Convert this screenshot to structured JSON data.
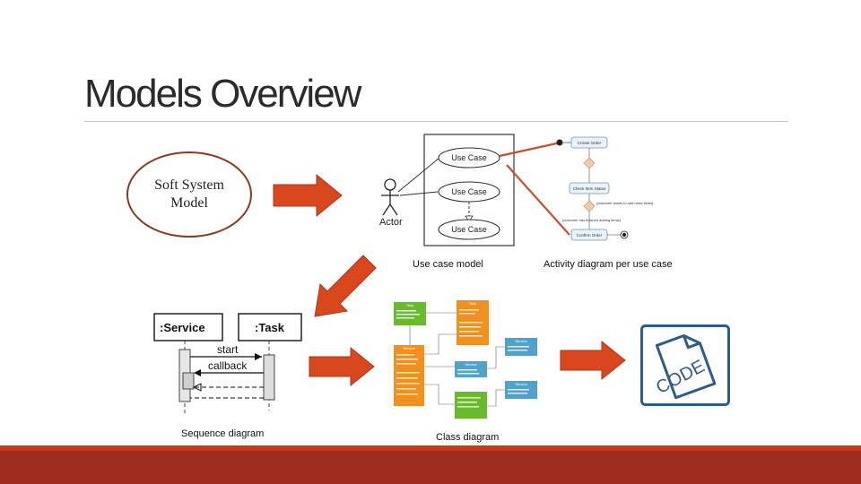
{
  "slide": {
    "title": "Models Overview",
    "colors": {
      "arrow": "#d9471c",
      "arrow_stroke": "#a8351a",
      "footer": "#9e2d1f",
      "oval_border": "#8a3a22",
      "code_blue": "#2f5b8a",
      "class_green": "#6aba2e",
      "class_orange": "#f0901e",
      "class_blue": "#4fa3c8"
    }
  },
  "soft_system": {
    "label_line1": "Soft System",
    "label_line2": "Model"
  },
  "use_case_model": {
    "caption": "Use case model",
    "actor_label": "Actor",
    "use_cases": [
      "Use Case",
      "Use Case",
      "Use Case"
    ]
  },
  "activity_diagram": {
    "caption": "Activity diagram per use case",
    "actions": [
      "Create Order",
      "Check Item Status",
      "Confirm Order"
    ],
    "guards": [
      "[customer wants to add more items]",
      "[customer has finished adding items]"
    ]
  },
  "sequence_diagram": {
    "caption": "Sequence diagram",
    "lifeline_1": ":Service",
    "lifeline_2": ":Task",
    "message_start": "start",
    "message_callback": "callback"
  },
  "class_diagram": {
    "caption": "Class diagram",
    "classes": [
      "Task",
      "Task",
      "Service",
      "Service",
      "Service",
      "Service"
    ]
  },
  "code_icon": {
    "label": "CODE",
    "icon": "code-file-icon"
  },
  "arrows": [
    "right-arrow",
    "down-left-arrow",
    "right-arrow",
    "right-arrow"
  ]
}
